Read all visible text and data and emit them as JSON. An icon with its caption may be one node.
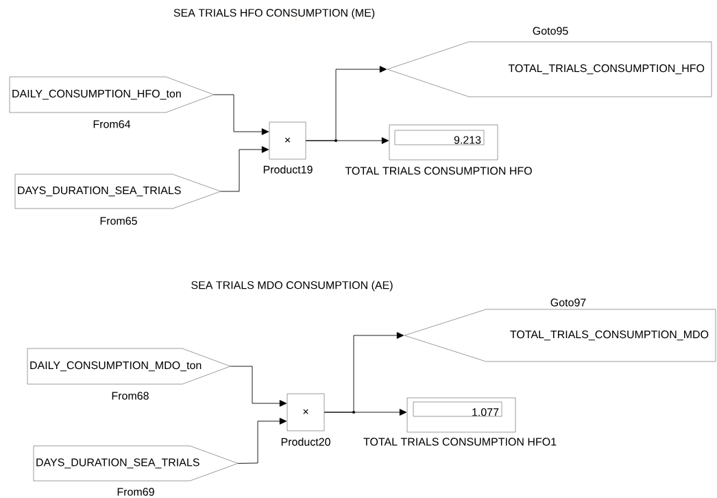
{
  "diagram": {
    "nodes": [
      {
        "text": [
          "DAILY_CONSUMPTION_HFO_ton"
        ],
        "beside": [
          "From64"
        ]
      },
      {
        "text": [
          "DAYS_DURATION_SEA_TRIALS"
        ],
        "beside": [
          "From65"
        ]
      },
      {
        "text": [
          "×"
        ],
        "beside": [
          "Product19"
        ]
      },
      {
        "text": [
          "TOTAL_TRIALS_CONSUMPTION_HFO"
        ],
        "beside": [
          "Goto95"
        ]
      },
      {
        "text": [
          "9.213"
        ],
        "beside": [
          "TOTAL TRIALS CONSUMPTION HFO"
        ]
      },
      {
        "text": [
          "DAILY_CONSUMPTION_MDO_ton"
        ],
        "beside": [
          "From68"
        ]
      },
      {
        "text": [
          "DAYS_DURATION_SEA_TRIALS"
        ],
        "beside": [
          "From69"
        ]
      },
      {
        "text": [
          "×"
        ],
        "beside": [
          "Product20"
        ]
      },
      {
        "text": [
          "TOTAL_TRIALS_CONSUMPTION_MDO"
        ],
        "beside": [
          "Goto97"
        ]
      },
      {
        "text": [
          "1.077"
        ],
        "beside": [
          "TOTAL TRIALS CONSUMPTION HFO1"
        ]
      }
    ],
    "edges": [
      {
        "from": 0,
        "to": 2,
        "arrow": "to"
      },
      {
        "from": 1,
        "to": 2,
        "arrow": "to"
      },
      {
        "from": 2,
        "to": 3,
        "arrow": "to"
      },
      {
        "from": 2,
        "to": 4,
        "arrow": "to"
      },
      {
        "from": 5,
        "to": 7,
        "arrow": "to"
      },
      {
        "from": 6,
        "to": 7,
        "arrow": "to"
      },
      {
        "from": 7,
        "to": 8,
        "arrow": "to"
      },
      {
        "from": 7,
        "to": 9,
        "arrow": "to"
      }
    ],
    "labels": [
      "SEA TRIALS HFO CONSUMPTION (ME)",
      "SEA TRIALS MDO CONSUMPTION (AE)"
    ]
  }
}
